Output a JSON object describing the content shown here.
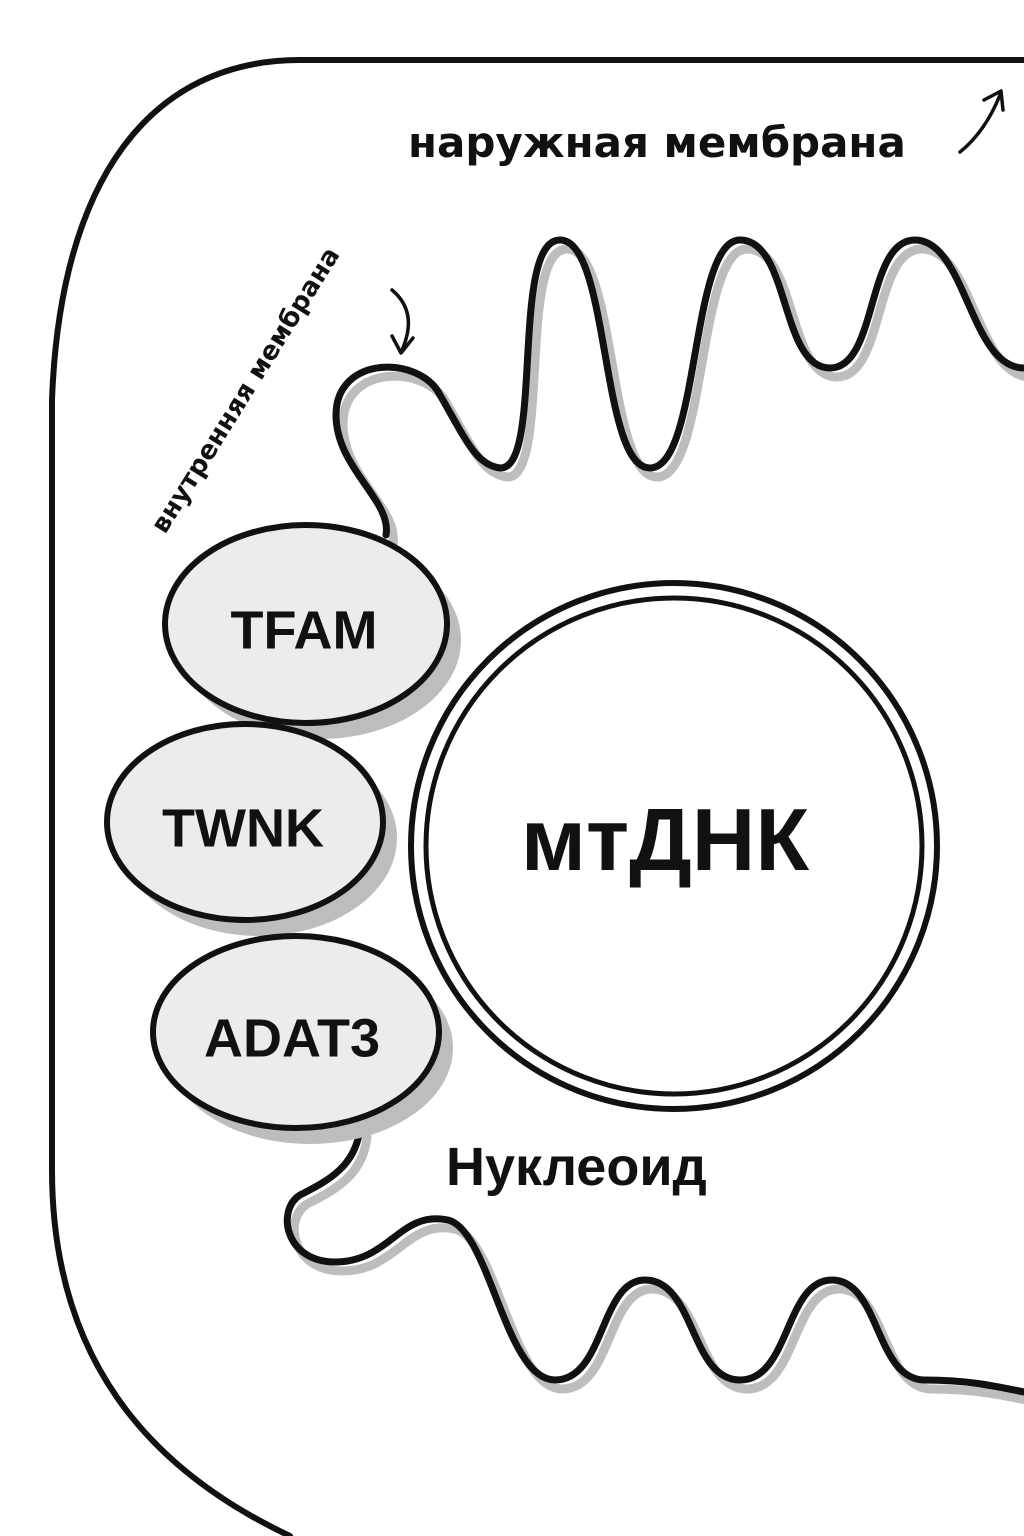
{
  "labels": {
    "outer_membrane": "наружная мембрана",
    "inner_membrane": "внутренняя мембрана",
    "mtdna": "мтДНК",
    "nucleoid": "Нуклеоид"
  },
  "proteins": [
    {
      "name": "TFAM"
    },
    {
      "name": "TWNK"
    },
    {
      "name": "ADAT3"
    }
  ],
  "colors": {
    "stroke": "#111111",
    "protein_fill": "#ececec",
    "membrane_shadow": "#bdbdbd",
    "background": "#ffffff"
  }
}
